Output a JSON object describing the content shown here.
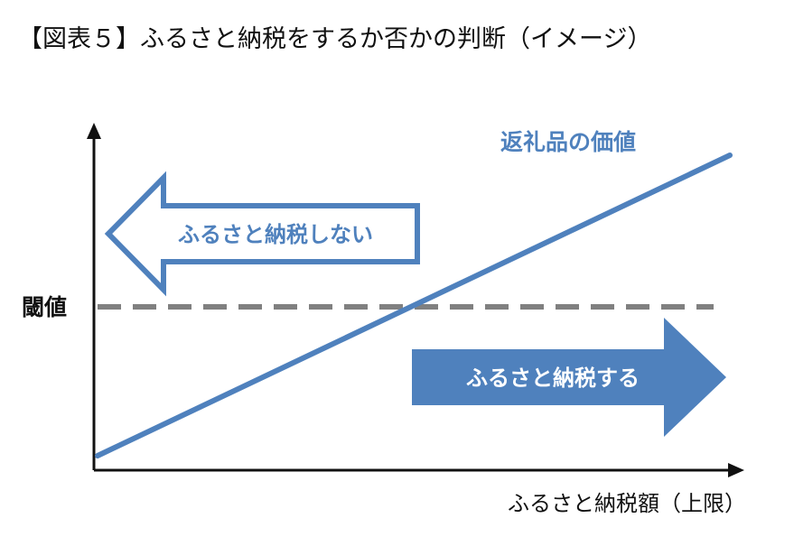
{
  "title": "【図表５】ふるさと納税をするか否かの判断（イメージ）",
  "labels": {
    "value_line": "返礼品の価値",
    "left_arrow": "ふるさと納税しない",
    "right_arrow": "ふるさと納税する",
    "threshold": "閾値",
    "x_axis": "ふるさと納税額（上限）"
  },
  "colors": {
    "accent": "#4f81bd",
    "dashed_line": "#808080",
    "axis": "#111111",
    "arrow_text": "#ffffff"
  }
}
